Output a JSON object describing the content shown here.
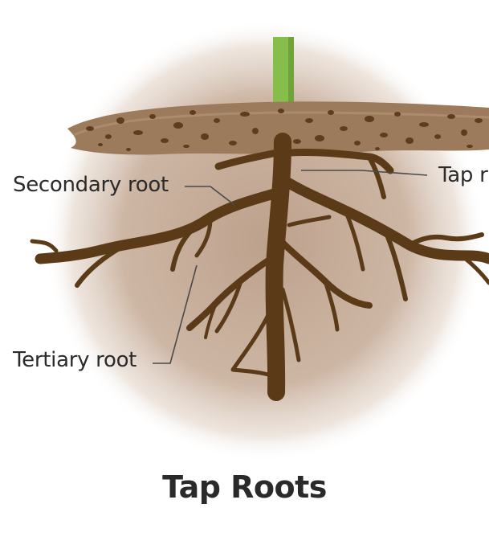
{
  "labels": {
    "secondary_root": "Secondary root",
    "tertiary_root": "Tertiary root",
    "tap_root": "Tap r"
  },
  "title": "Tap Roots",
  "colors": {
    "root": "#5b3a17",
    "soil": "#9c7a5c",
    "soil_specks": "#5e3c1e",
    "stem": "#86bd4b",
    "halo": "#c9b29f"
  }
}
